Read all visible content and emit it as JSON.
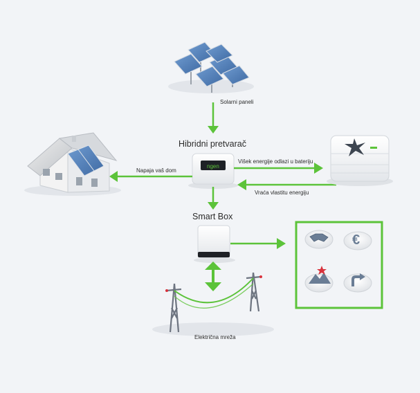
{
  "diagram": {
    "labels": {
      "solar_panels": "Solarni paneli",
      "hybrid_inverter": "Hibridni pretvarač",
      "powers_home": "Napaja vaš dom",
      "surplus_to_battery": "Višek energije odlazi u bateriju",
      "returns_energy": "Vraća vlastitu energiju",
      "smart_box": "Smart Box",
      "grid": "Električna mreža",
      "inverter_brand": "ngen"
    },
    "benefit_icons": [
      "handshake-icon",
      "euro-icon",
      "mountain-peak-icon",
      "turn-arrow-icon"
    ],
    "colors": {
      "accent_green": "#5cc33a",
      "background": "#f2f4f7",
      "solar_blue": "#4f7fb8",
      "grid_tower": "#6d7480",
      "battery_star": "#3d4550",
      "peak_red": "#d8323c"
    }
  }
}
